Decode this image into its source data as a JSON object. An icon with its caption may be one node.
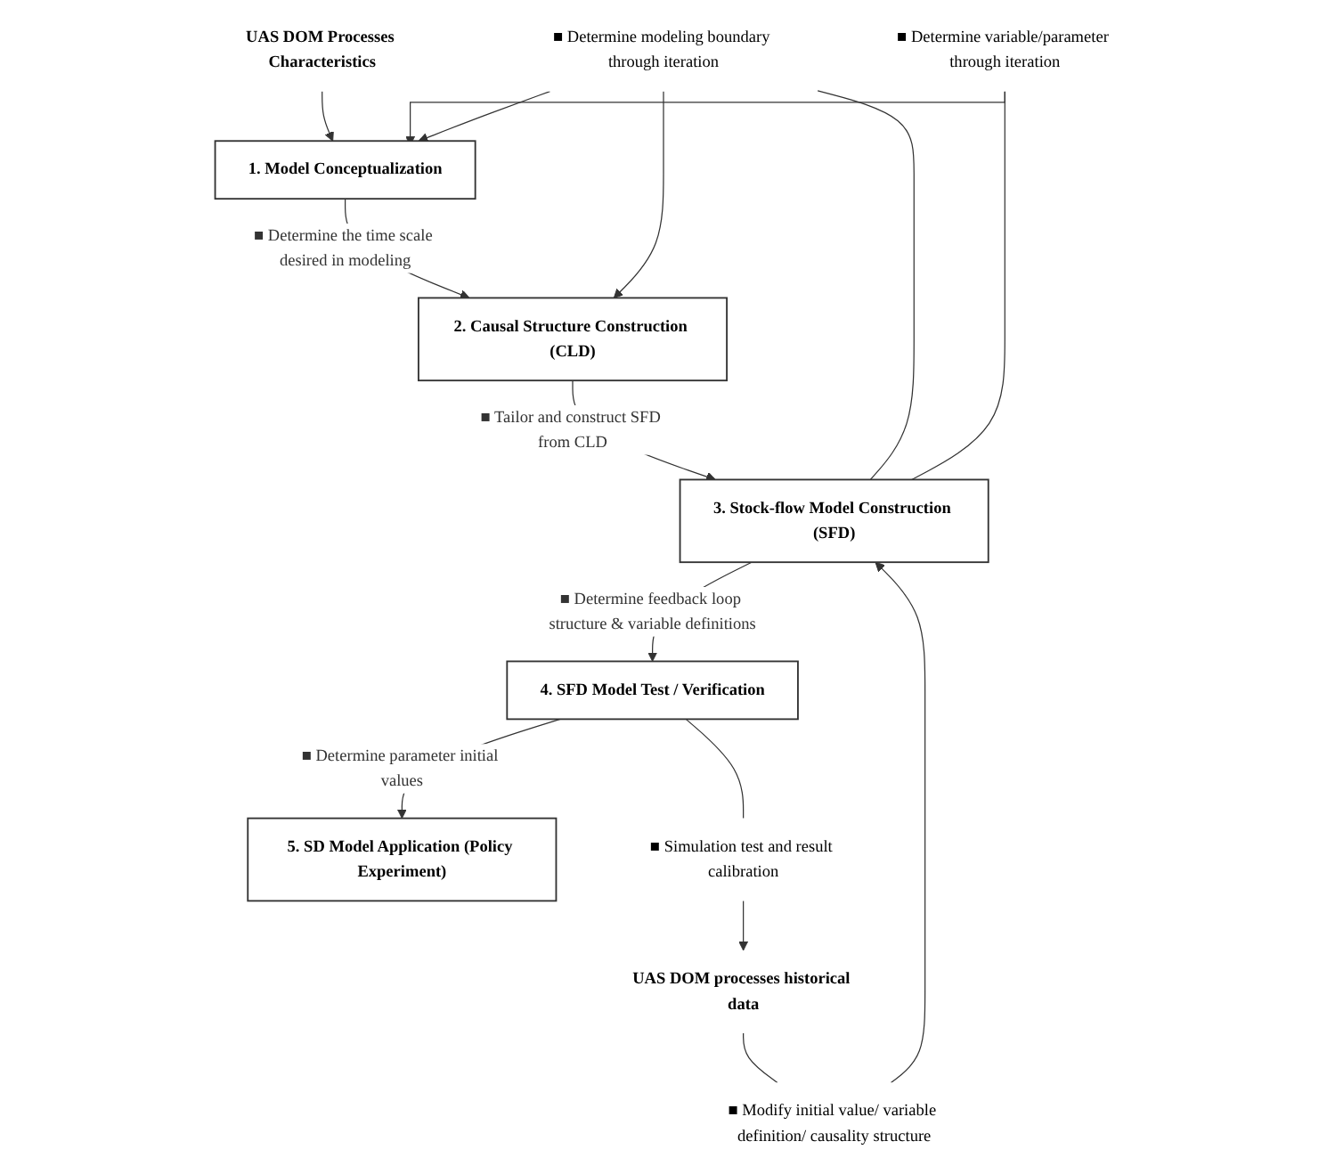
{
  "diagram": {
    "nodes": [
      {
        "text": [
          "UAS DOM Processes Characteristics"
        ]
      },
      {
        "text": [
          "1. Model Conceptualization"
        ]
      },
      {
        "text": [
          "2. Causal Structure Construction (CLD)"
        ]
      },
      {
        "text": [
          "3. Stock-flow Model Construction (SFD)"
        ]
      },
      {
        "text": [
          "4. SFD Model Test / Verification"
        ]
      },
      {
        "text": [
          "5. SD Model Application (Policy Experiment)"
        ]
      },
      {
        "text": [
          "■ Determine modeling boundary through iteration"
        ]
      },
      {
        "text": [
          "■ Determine variable/parameter through iteration"
        ]
      },
      {
        "text": [
          "■ Modify initial value/ variable definition/ causality structure"
        ]
      },
      {
        "text": [
          "UAS DOM processes historical data"
        ]
      },
      {
        "text": [
          "■ Simulation test and result calibration"
        ]
      }
    ],
    "edges": [
      {
        "from": 0,
        "to": 1,
        "arrow": "to"
      },
      {
        "from": 1,
        "to": 2,
        "arrow": "to",
        "label": "■ Determine the time scale desired in modeling"
      },
      {
        "from": 2,
        "to": 3,
        "arrow": "to",
        "label": "■ Tailor and construct SFD from CLD"
      },
      {
        "from": 3,
        "to": 4,
        "arrow": "to",
        "label": "■ Determine feedback loop structure & variable definitions"
      },
      {
        "from": 4,
        "to": 5,
        "arrow": "to",
        "label": "■ Determine parameter initial values"
      },
      {
        "from": 6,
        "to": 3,
        "arrow": "none"
      },
      {
        "from": 6,
        "to": 1,
        "arrow": "to"
      },
      {
        "from": 6,
        "to": 2,
        "arrow": "to"
      },
      {
        "from": 7,
        "to": 3,
        "arrow": "none"
      },
      {
        "from": 7,
        "to": 1,
        "arrow": "to"
      },
      {
        "from": 9,
        "to": 8,
        "arrow": "none"
      },
      {
        "from": 8,
        "to": 3,
        "arrow": "to"
      },
      {
        "from": 4,
        "to": 10,
        "arrow": "none"
      },
      {
        "from": 10,
        "to": 9,
        "arrow": "to"
      }
    ]
  }
}
